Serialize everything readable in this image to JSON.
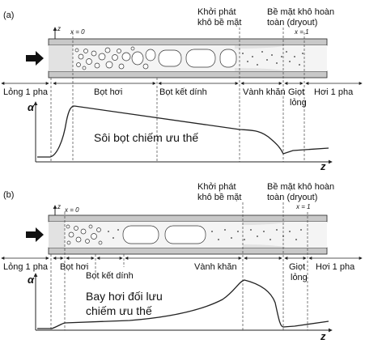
{
  "panels": [
    {
      "id": "a",
      "label": "(a)",
      "z_axis": "z",
      "x0": "x = 0",
      "x1": "x = 1",
      "onset": [
        "Khởi phát",
        "khô bề mặt"
      ],
      "dryout": [
        "Bề mặt khô hoàn",
        "toàn (dryout)"
      ],
      "regimes": [
        "Lỏng 1 pha",
        "Bọt hơi",
        "Bọt kết dính",
        "Vành khăn",
        "Giọt",
        "lỏng",
        "Hơi 1 pha"
      ],
      "alpha_label": "α",
      "z_label": "z",
      "annotation": [
        "Sôi bọt chiếm ưu thế"
      ]
    },
    {
      "id": "b",
      "label": "(b)",
      "z_axis": "z",
      "x0": "x = 0",
      "x1": "x = 1",
      "onset": [
        "Khởi phát",
        "khô bề mặt"
      ],
      "dryout": [
        "Bề mặt khô hoàn",
        "toàn (dryout)"
      ],
      "regimes": [
        "Lỏng 1 pha",
        "Bọt hơi",
        "Bọt kết dính",
        "Vành khăn",
        "Giọt",
        "lỏng",
        "Hơi 1 pha"
      ],
      "alpha_label": "α",
      "z_label": "z",
      "annotation": [
        "Bay hơi đối lưu",
        "chiếm ưu thế"
      ]
    }
  ],
  "colors": {
    "tube_wall": "#c8c8c8",
    "liquid": "#e6e6e6",
    "line": "#222222"
  },
  "icons": [
    "flow-arrow-icon"
  ]
}
